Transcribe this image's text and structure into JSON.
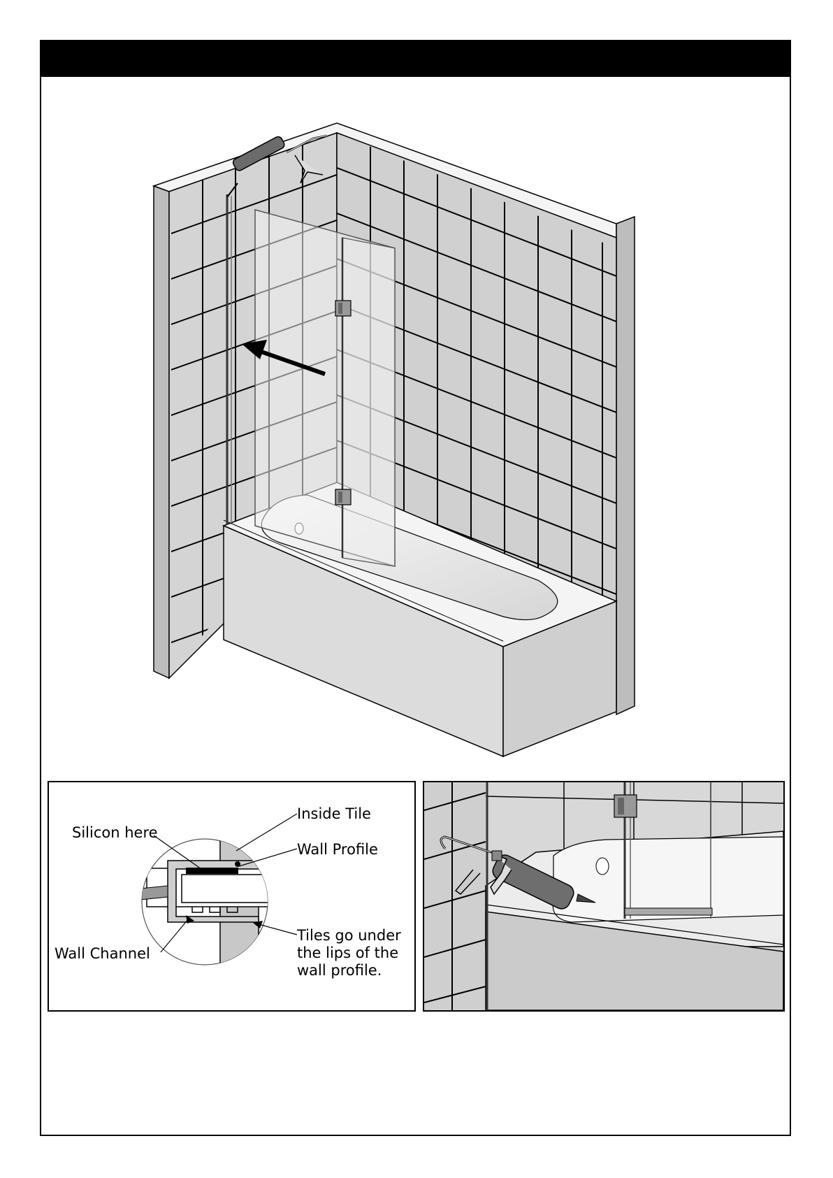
{
  "header": {
    "title": ""
  },
  "detail": {
    "labels": {
      "silicon_here": "Silicon here",
      "inside_tile": "Inside Tile",
      "wall_profile": "Wall Profile",
      "wall_channel": "Wall Channel",
      "tiles_note": "Tiles go under\nthe lips of the\nwall profile."
    }
  },
  "colors": {
    "tile": "#d4d4d4",
    "grout": "#000000",
    "bath": "#e8e8e8",
    "glass": "#f2f2f2"
  },
  "icons": [
    "silicone-gun-icon",
    "arrow-icon",
    "hinge-icon"
  ]
}
